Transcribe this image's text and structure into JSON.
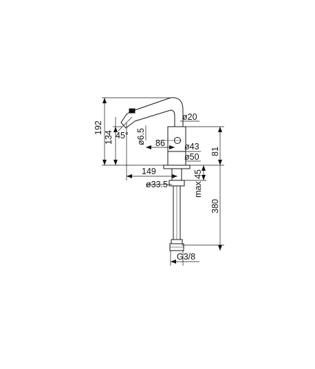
{
  "drawing": {
    "dimensions": {
      "h_total": "192",
      "h_spout": "134",
      "angle": "45°",
      "aerator_dia": "ø6.5",
      "spout_tube_dia": "ø20",
      "reach_inner": "86",
      "body_dia": "ø43",
      "base_dia": "ø50",
      "h_body": "81",
      "reach_total": "149",
      "deck_max": "max 45",
      "shank_dia": "ø33.5",
      "hose_len": "380",
      "thread": "G3/8"
    },
    "colors": {
      "line": "#111111",
      "background": "#ffffff"
    }
  }
}
